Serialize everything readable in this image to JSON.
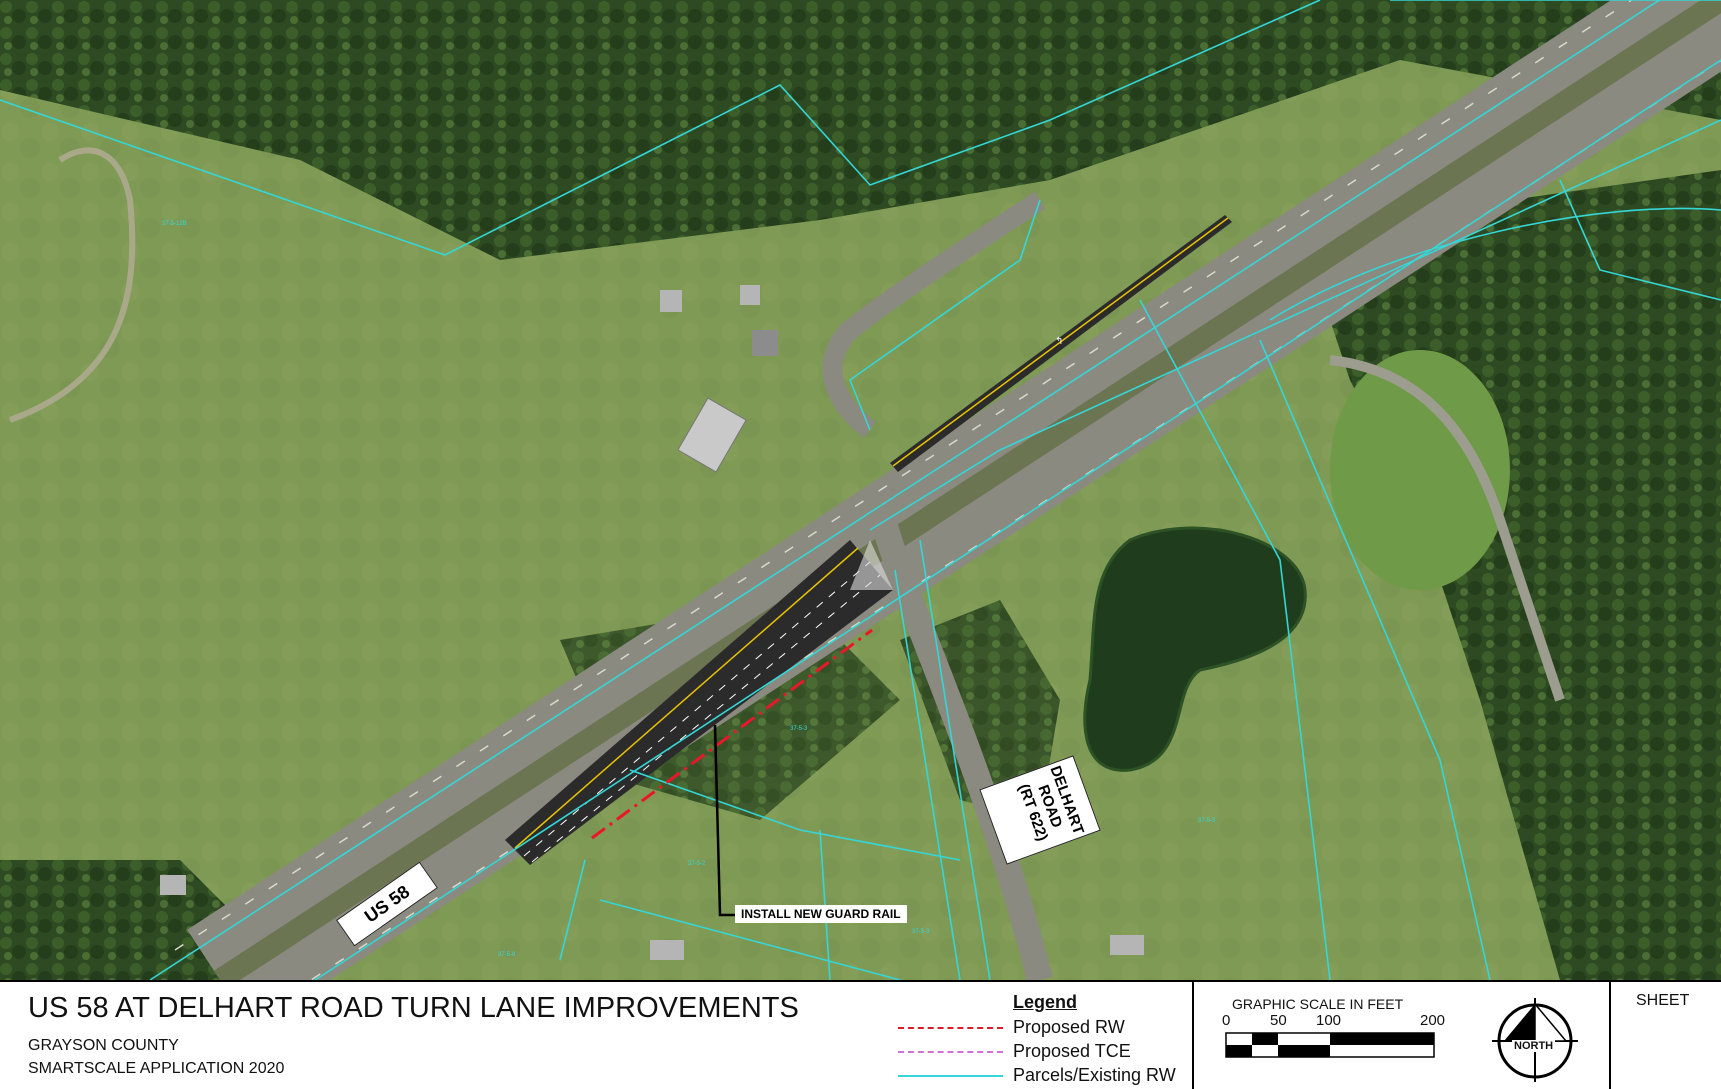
{
  "map": {
    "road_us58_label": "US 58",
    "road_delhart_label_lines": [
      "DELHART",
      "ROAD",
      "(RT 622)"
    ],
    "annotation_guardrail": "INSTALL NEW GUARD RAIL",
    "parcel_ids": [
      "37-5-12B",
      "37-5-3",
      "37-5-2",
      "37-5-3",
      "37-5-3",
      "37-5-8"
    ],
    "colors": {
      "parcel_line": "#35d6d6",
      "proposed_rw": "#e8182a",
      "pavement": "#2b2b2b",
      "lane_stripe": "#e8c200"
    }
  },
  "title_block": {
    "title": "US 58 AT DELHART ROAD TURN LANE IMPROVEMENTS",
    "county": "GRAYSON COUNTY",
    "application": "SMARTSCALE APPLICATION 2020",
    "sheet_label": "SHEET"
  },
  "legend": {
    "heading": "Legend",
    "items": [
      {
        "label": "Proposed RW",
        "color": "#d81c2a",
        "style": "dash-dot"
      },
      {
        "label": "Proposed TCE",
        "color": "#d070d8",
        "style": "dashed"
      },
      {
        "label": "Parcels/Existing RW",
        "color": "#35d6d6",
        "style": "solid"
      }
    ]
  },
  "scale_bar": {
    "title": "GRAPHIC SCALE IN FEET",
    "ticks": [
      "0",
      "50",
      "100",
      "200"
    ]
  },
  "north_arrow": {
    "label": "NORTH"
  }
}
